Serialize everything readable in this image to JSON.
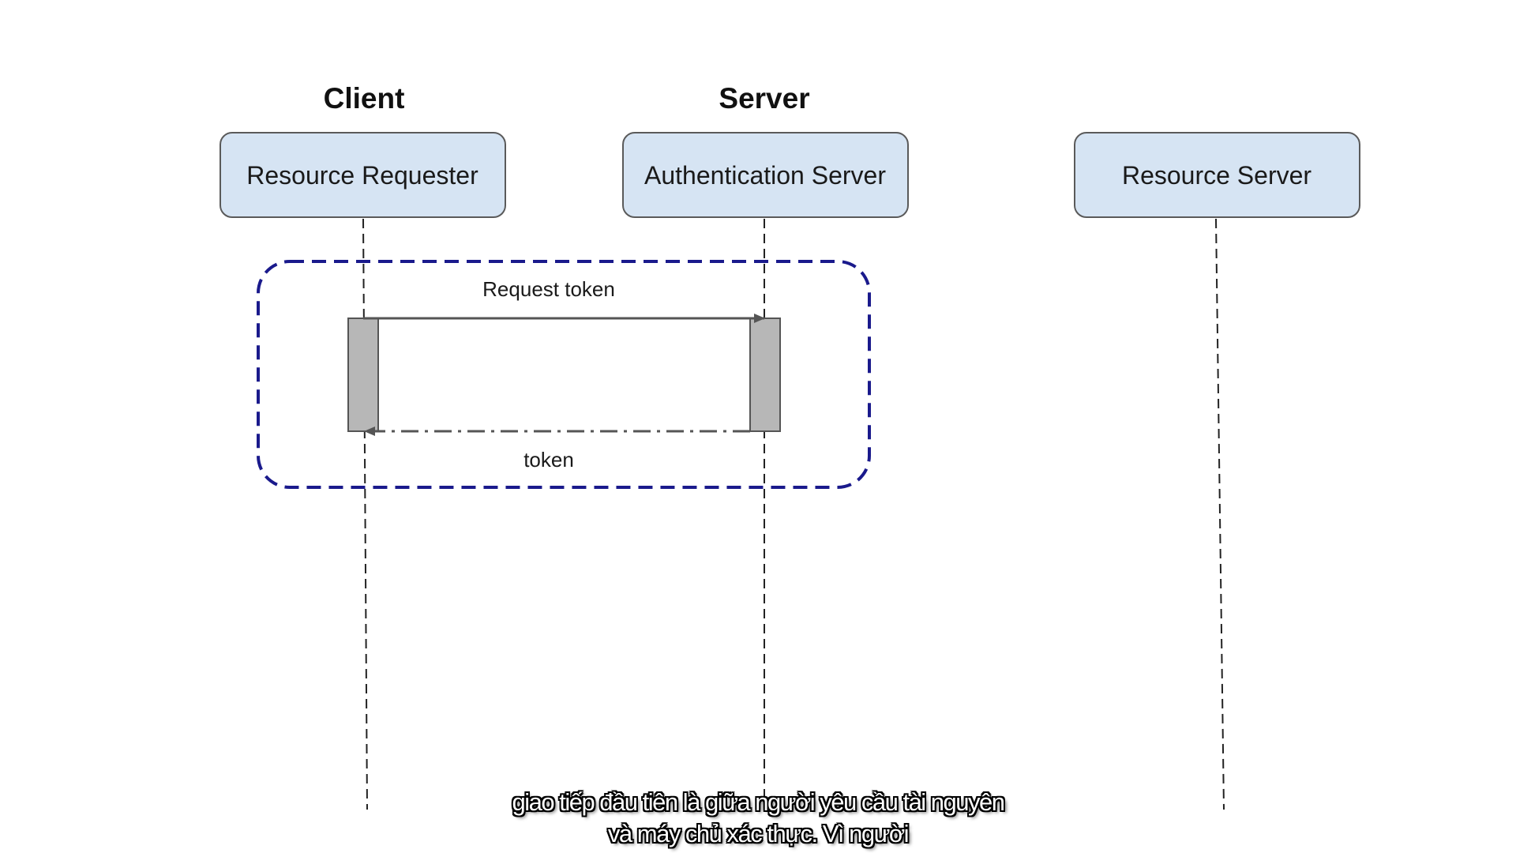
{
  "groups": {
    "client": "Client",
    "server": "Server"
  },
  "participants": [
    {
      "id": "resource-requester",
      "label": "Resource Requester"
    },
    {
      "id": "authentication-server",
      "label": "Authentication Server"
    },
    {
      "id": "resource-server",
      "label": "Resource Server"
    }
  ],
  "messages": [
    {
      "label": "Request token",
      "from": "Resource Requester",
      "to": "Authentication Server",
      "style": "solid"
    },
    {
      "label": "token",
      "from": "Authentication Server",
      "to": "Resource Requester",
      "style": "dash-dot"
    }
  ],
  "colors": {
    "participant_fill": "#d6e4f3",
    "participant_stroke": "#5a5a5a",
    "activation_fill": "#b7b7b7",
    "highlight_stroke": "#1a1a8c",
    "lifeline": "#222222"
  },
  "subtitles": {
    "line1": "giao tiếp đầu tiên là giữa người yêu cầu tài nguyên",
    "line2": "và máy chủ xác thực.  Vì người"
  }
}
